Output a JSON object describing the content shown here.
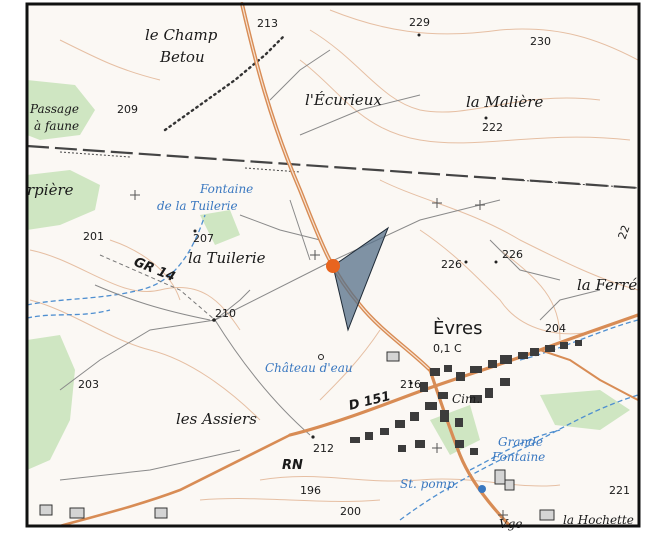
{
  "places": {
    "champ_line1": "le Champ",
    "champ_line2": "Betou",
    "ecurieux": "l'Écurieux",
    "maliere": "la Malière",
    "passage_line1": "Passage",
    "passage_line2": "à faune",
    "carpiere": "rpière",
    "fontaine_line1": "Fontaine",
    "fontaine_line2": "de la Tuilerie",
    "tuilerie": "la Tuilerie",
    "ferre": "la Ferré",
    "evres": "Èvres",
    "evres_info": "0,1  C",
    "chateau": "Château d'eau",
    "assiers": "les Assiers",
    "cim": "Cim.",
    "grande_line1": "Grande",
    "grande_line2": "Fontaine",
    "stpomp": "St. pomp.",
    "hochette": "la Hochette",
    "vge": "Vge"
  },
  "roads": {
    "gr14": "GR 14",
    "d151": "D 151",
    "rn": "RN"
  },
  "elevations": {
    "e213": "213",
    "e229": "229",
    "e230": "230",
    "e209": "209",
    "e222": "222",
    "e201": "201",
    "e207": "207",
    "e226a": "226",
    "e226b": "226",
    "e210": "210",
    "e204": "204",
    "e203": "203",
    "e216": "216",
    "e212": "212",
    "e196": "196",
    "e200": "200",
    "e221": "221",
    "e22": "22"
  },
  "colors": {
    "marker": "#e8641e",
    "view_cone": "#55708a",
    "road": "#d98c55",
    "forest": "#c9e3bb",
    "water": "#3a78c0",
    "contour": "#e2b79a"
  },
  "marker": {
    "icon": "location-dot-icon"
  },
  "view_cone": {
    "icon": "camera-view-cone-icon"
  }
}
